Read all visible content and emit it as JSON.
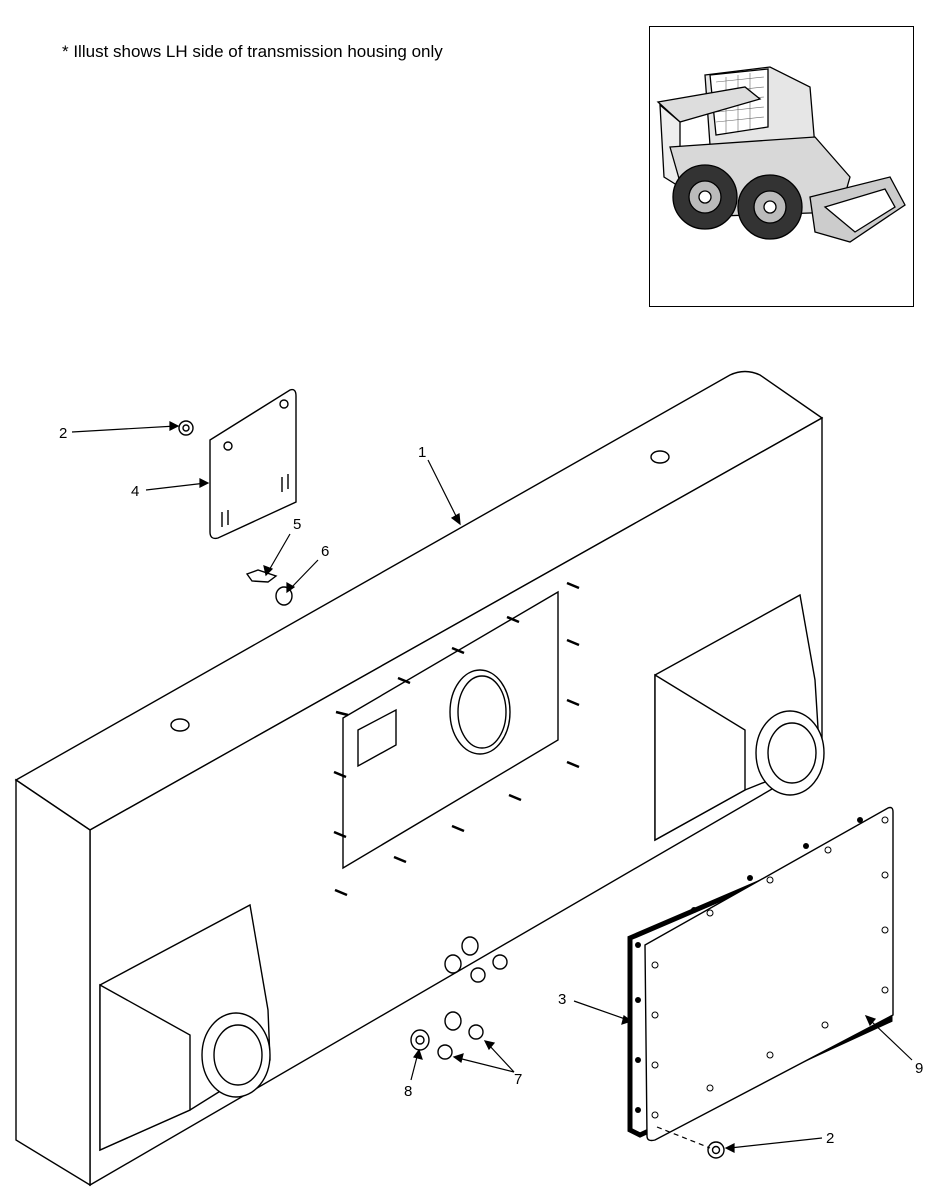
{
  "note": "* Illust shows LH side of transmission housing only",
  "callouts": {
    "c1": "1",
    "c2a": "2",
    "c2b": "2",
    "c3": "3",
    "c4": "4",
    "c5": "5",
    "c6": "6",
    "c7": "7",
    "c8": "8",
    "c9": "9"
  }
}
